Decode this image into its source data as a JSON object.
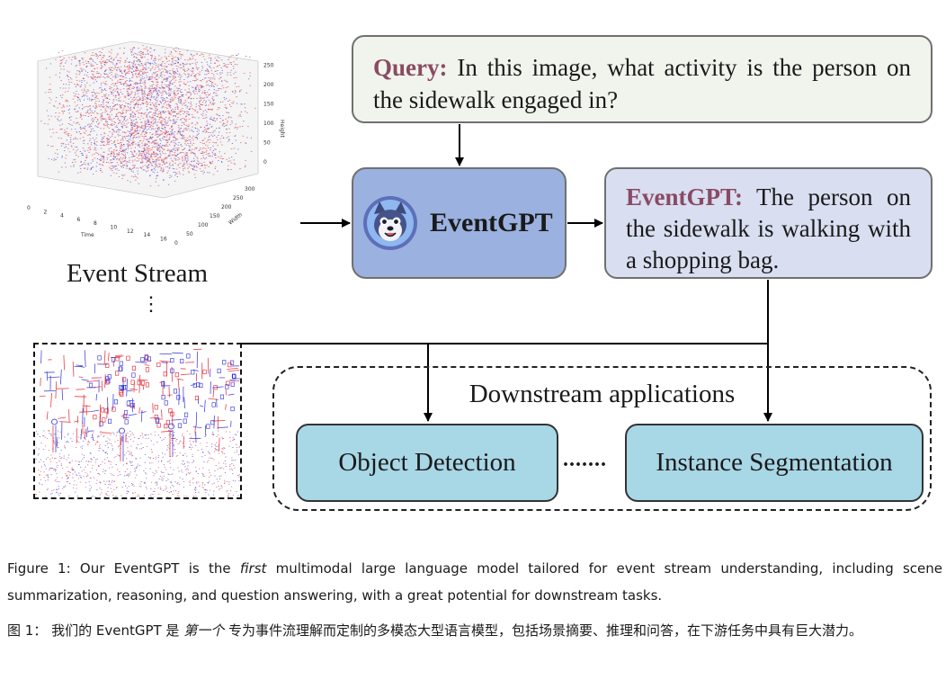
{
  "figure": {
    "cube": {
      "axis_labels": {
        "time": "Time",
        "width": "Width",
        "height": "Height"
      },
      "time_ticks": [
        "0",
        "2",
        "4",
        "6",
        "8",
        "10",
        "12",
        "14",
        "16"
      ],
      "width_ticks": [
        "0",
        "50",
        "100",
        "150",
        "200",
        "250",
        "300"
      ],
      "height_ticks": [
        "0",
        "50",
        "100",
        "150",
        "200",
        "250"
      ],
      "colors": {
        "positive": "#e0202a",
        "negative": "#2a2ad8"
      }
    },
    "event_stream_label": "Event Stream",
    "vertical_dots": "⋮",
    "query": {
      "label": "Query:",
      "text": "In this image, what activity is the person on the sidewalk engaged in?"
    },
    "model": {
      "name": "EventGPT",
      "mascot_icon": "husky-mascot-icon"
    },
    "answer": {
      "label": "EventGPT:",
      "text": "The person on the sidewalk is walking with a shopping bag."
    },
    "downstream": {
      "title": "Downstream applications",
      "tasks": [
        "Object Detection",
        "Instance Segmentation"
      ],
      "ellipsis": "......."
    },
    "colors": {
      "accent": "#8a4a64",
      "query_bg": "#f1f4ec",
      "model_bg": "#9bb1df",
      "answer_bg": "#d9def1",
      "task_bg": "#a8d7e6"
    }
  },
  "caption": {
    "en": {
      "label": "Figure 1:",
      "before": "Our EventGPT is the",
      "italic": "first",
      "after": "multimodal large language model tailored for event stream understanding, including scene summarization, reasoning, and question answering, with a great potential for downstream tasks."
    },
    "zh": {
      "label": "图 1：",
      "before": "我们的 EventGPT 是",
      "italic": "第一个",
      "after": "专为事件流理解而定制的多模态大型语言模型，包括场景摘要、推理和问答，在下游任务中具有巨大潜力。"
    }
  }
}
